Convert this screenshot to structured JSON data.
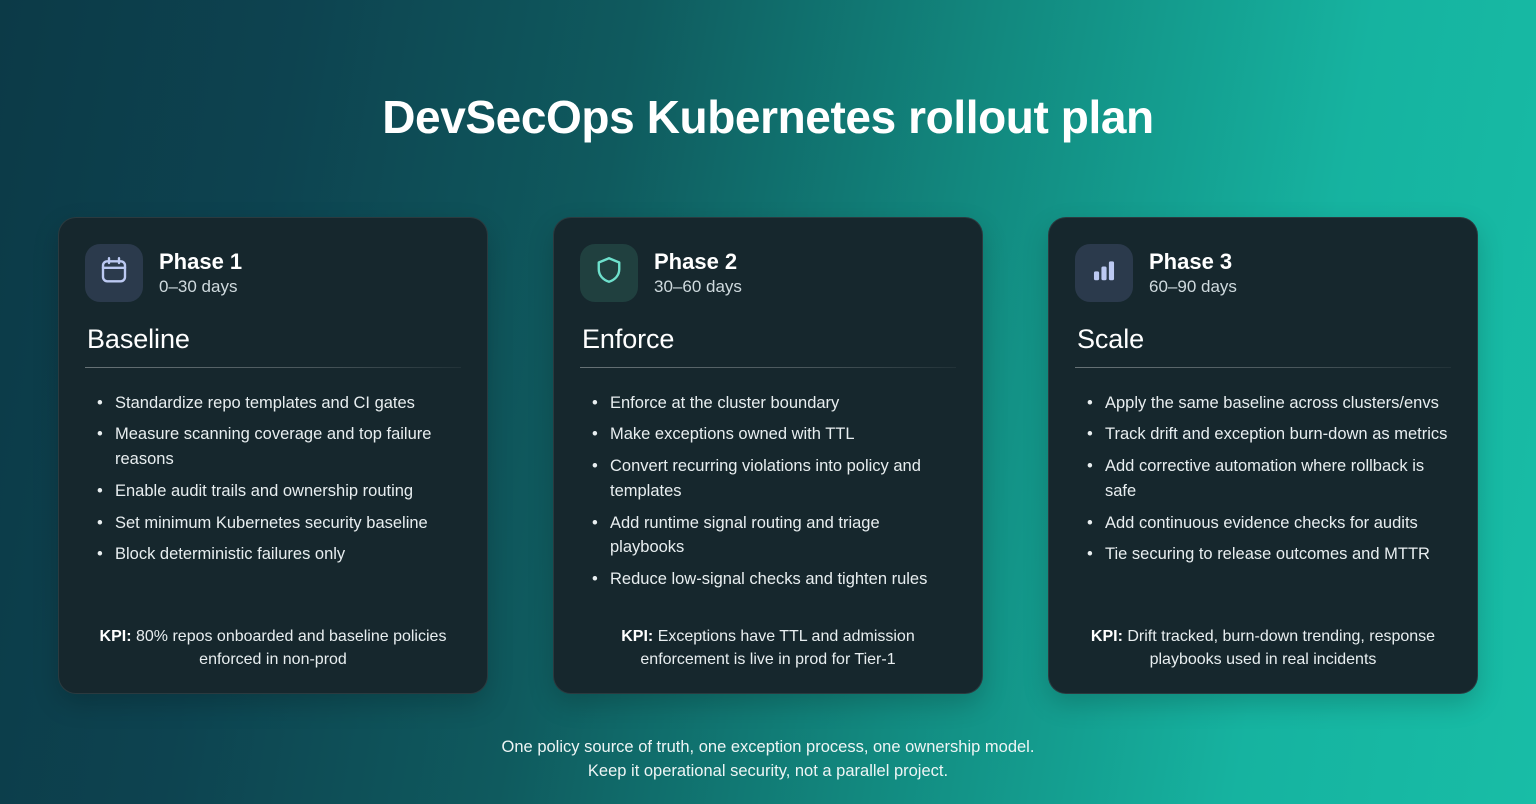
{
  "title": "DevSecOps Kubernetes rollout plan",
  "cards": [
    {
      "icon": "calendar-icon",
      "icon_tile_color": "#2b3a4c",
      "icon_stroke_color": "#bcc9f2",
      "phase_name": "Phase 1",
      "phase_range": "0–30 days",
      "section_title": "Baseline",
      "bullets": [
        "Standardize repo templates and CI gates",
        "Measure scanning coverage and top failure reasons",
        "Enable audit trails and ownership routing",
        "Set minimum Kubernetes security baseline",
        "Block deterministic failures only"
      ],
      "kpi_label": "KPI:",
      "kpi_text": " 80% repos onboarded and baseline policies enforced in non-prod"
    },
    {
      "icon": "shield-icon",
      "icon_tile_color": "#20403f",
      "icon_stroke_color": "#6ee0cc",
      "phase_name": "Phase 2",
      "phase_range": "30–60 days",
      "section_title": "Enforce",
      "bullets": [
        "Enforce at the cluster boundary",
        "Make exceptions owned with TTL",
        "Convert recurring violations into policy and templates",
        "Add runtime signal routing and triage playbooks",
        "Reduce low-signal checks and tighten rules"
      ],
      "kpi_label": "KPI:",
      "kpi_text": " Exceptions have TTL and admission enforcement is live in prod for Tier-1"
    },
    {
      "icon": "bar-chart-icon",
      "icon_tile_color": "#2b3a4c",
      "icon_stroke_color": "#bcc9f2",
      "phase_name": "Phase 3",
      "phase_range": "60–90 days",
      "section_title": "Scale",
      "bullets": [
        "Apply the same baseline across clusters/envs",
        "Track drift and exception burn-down as metrics",
        "Add corrective automation where rollback is safe",
        "Add continuous evidence checks for audits",
        "Tie securing to release outcomes and MTTR"
      ],
      "kpi_label": "KPI:",
      "kpi_text": " Drift tracked, burn-down trending, response playbooks used in real incidents"
    }
  ],
  "footer_line1": "One policy source of truth, one exception process, one ownership model.",
  "footer_line2": "Keep it operational security, not a parallel project.",
  "colors": {
    "background_start": "#0c3a47",
    "background_end": "#18bda6",
    "card_background": "#16272d",
    "text_primary": "#ffffff",
    "text_secondary": "#e8eef0"
  }
}
